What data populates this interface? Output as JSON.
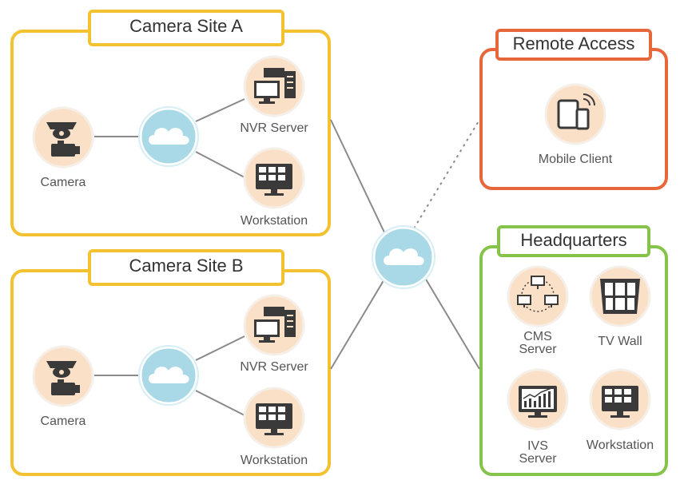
{
  "groups": {
    "site_a": {
      "title": "Camera Site A"
    },
    "site_b": {
      "title": "Camera Site B"
    },
    "remote": {
      "title": "Remote Access"
    },
    "hq": {
      "title": "Headquarters"
    }
  },
  "labels": {
    "camera": "Camera",
    "nvr_server": "NVR Server",
    "workstation": "Workstation",
    "mobile_client": "Mobile Client",
    "cms_line1": "CMS",
    "cms_line2": "Server",
    "tv_wall": "TV Wall",
    "ivs_line1": "IVS",
    "ivs_line2": "Server"
  },
  "colors": {
    "site_border": "#f2c230",
    "remote_border": "#e8673a",
    "hq_border": "#86c34a",
    "node_circle": "#fbe0c8",
    "cloud_circle": "#a9d9e6",
    "connector": "#8a8a8a"
  }
}
